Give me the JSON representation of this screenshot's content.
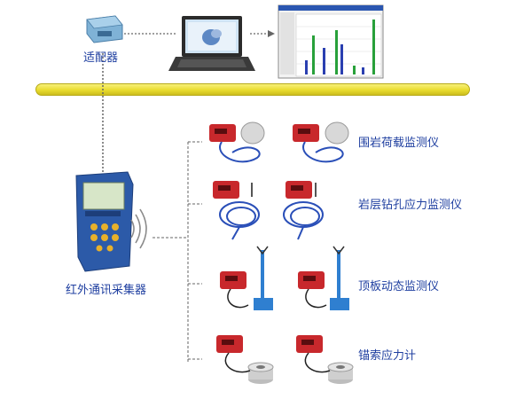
{
  "labels": {
    "adapter": "适配器",
    "collector": "红外通讯采集器",
    "rock_load": "围岩荷载监测仪",
    "borehole_stress": "岩层钻孔应力监测仪",
    "roof_dynamic": "顶板动态监测仪",
    "anchor_stress": "锚索应力计"
  },
  "colors": {
    "bus": "#e9dc2e",
    "device_red": "#c8282c",
    "cable_blue": "#2a4fb8",
    "instrument_blue": "#2f7fd0",
    "label_text": "#1f3fa0",
    "chart_blue": "#2a3fb0",
    "chart_green": "#28a03a"
  },
  "icons": {
    "adapter": "adapter-device-icon",
    "laptop": "laptop-icon",
    "monitor_window": "software-chart-window-icon",
    "collector": "handheld-collector-icon",
    "wireless": "infrared-signal-icon"
  }
}
